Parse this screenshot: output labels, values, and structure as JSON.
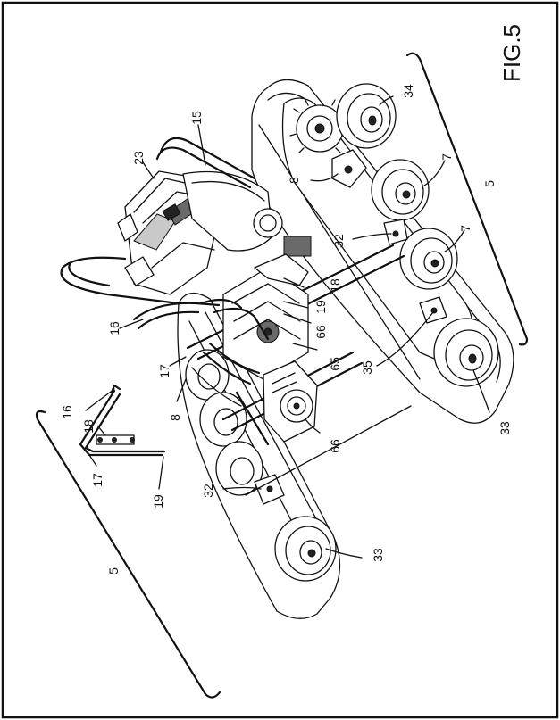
{
  "figure": {
    "title": "FIG.5"
  },
  "callouts": {
    "c5_left": "5",
    "c5_right": "5",
    "c7_a": "7",
    "c7_b": "7",
    "c8_a": "8",
    "c8_b": "8",
    "c15": "15",
    "c16_a": "16",
    "c16_b": "16",
    "c17_a": "17",
    "c17_b": "17",
    "c18_a": "18",
    "c18_b": "18",
    "c19_a": "19",
    "c19_b": "19",
    "c23": "23",
    "c32_a": "32",
    "c32_b": "32",
    "c33_a": "33",
    "c33_b": "33",
    "c34": "34",
    "c35": "35",
    "c65": "65",
    "c66_a": "66",
    "c66_b": "66"
  },
  "colors": {
    "ink": "#111111",
    "paper": "#ffffff",
    "shade": "#222222"
  }
}
